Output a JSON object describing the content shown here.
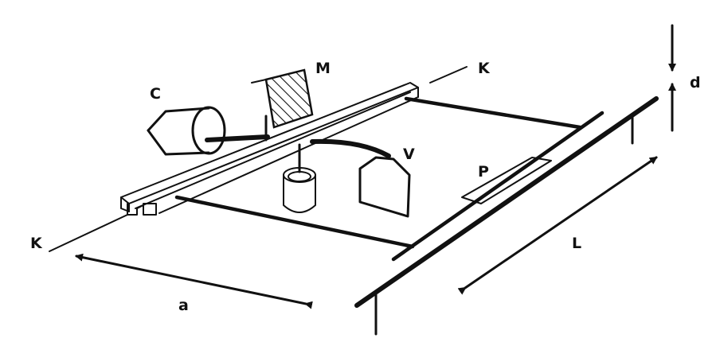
{
  "labels": {
    "c": "C",
    "m": "M",
    "k_top": "K",
    "k_bottom": "K",
    "d": "d",
    "v": "V",
    "p": "P",
    "l": "L",
    "a": "a"
  },
  "colors": {
    "ink": "#111111",
    "background": "#ffffff"
  }
}
